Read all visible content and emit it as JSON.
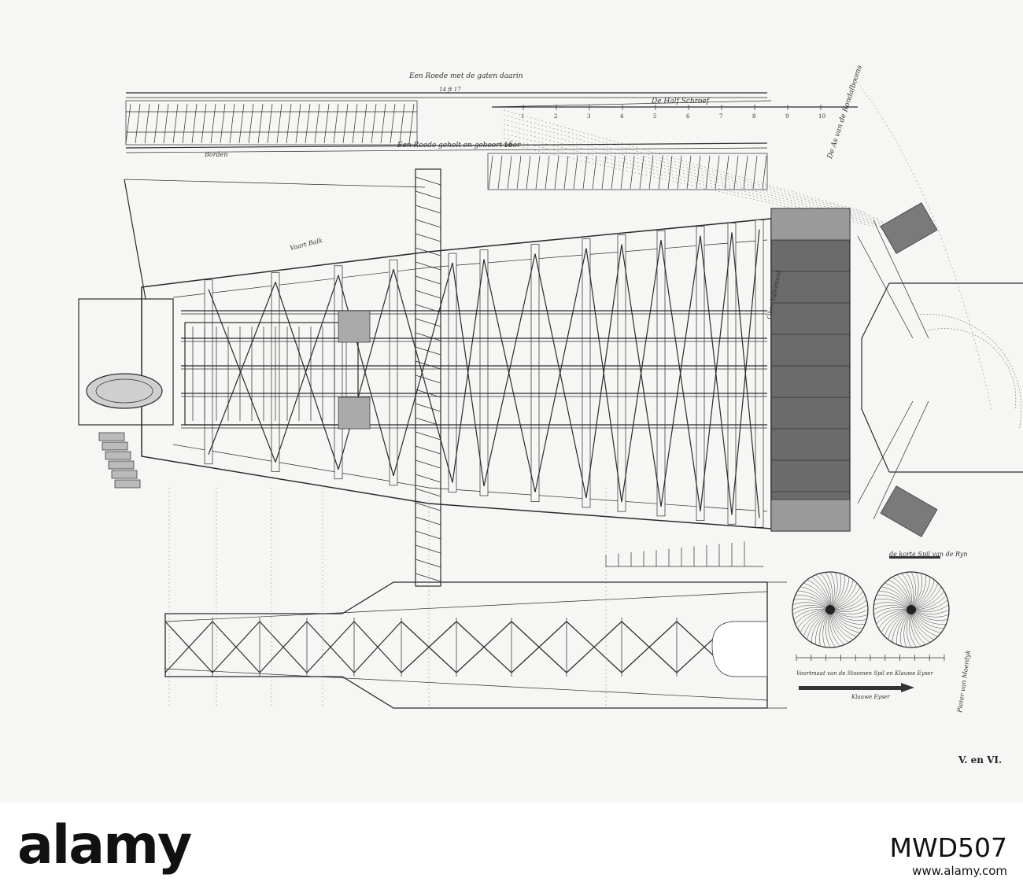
{
  "plate": {
    "labels": {
      "top_scale": "Een Roede met de gaten daarin",
      "bottom_scale": "Een Roede geholt en geboort voor",
      "bottom_scale_mark": "15",
      "small_left": "Borden",
      "inline_rod": "14 ft 17",
      "half_screw": "De Half Schroef",
      "axle": "De As van de Rondalbooms",
      "plank": "Vaart Balk",
      "upper_table": "Ober Tafelment",
      "short_rod": "de korte Spil van de Ryn",
      "spindle_caption": "Voortmaat van de Stoomen Spil en Klauwe Eyser",
      "claw_iron": "Klauwe Eyser",
      "signature": "Pieter van Moerdyk",
      "plate_number": "V. en VI."
    },
    "scale_ticks": [
      "1",
      "2",
      "3",
      "4",
      "5",
      "6",
      "7",
      "8",
      "9",
      "10"
    ]
  },
  "watermark": {
    "brand": "alamy",
    "code": "MWD507",
    "site": "www.alamy.com"
  }
}
